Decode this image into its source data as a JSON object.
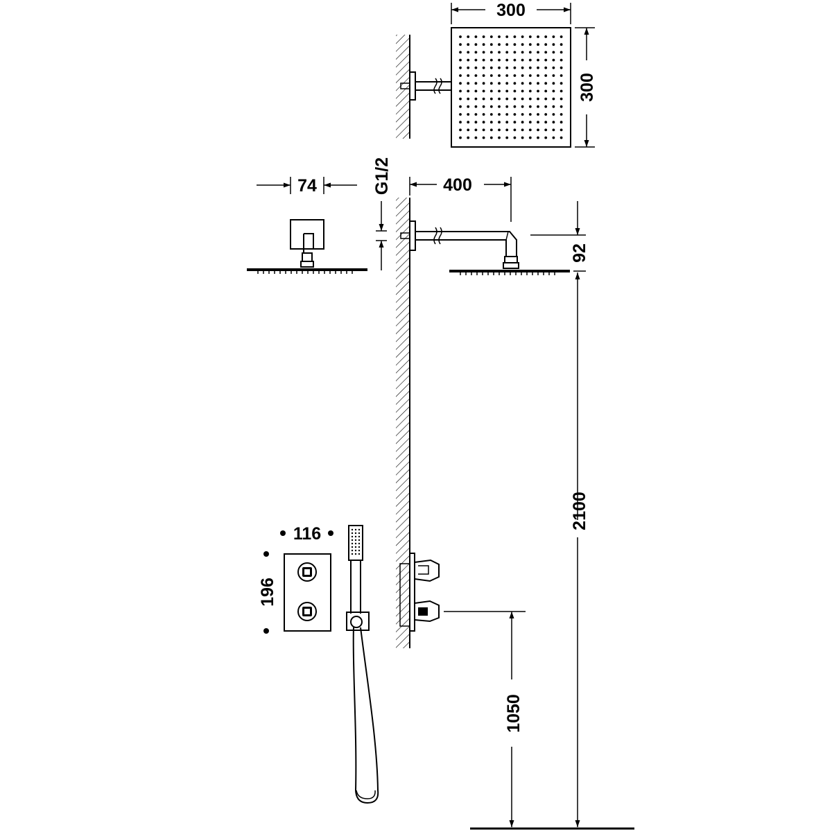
{
  "dimensions": {
    "shower_head_width": "300",
    "shower_head_depth": "300",
    "ceiling_flange_width": "74",
    "thread": "G1/2",
    "arm_length": "400",
    "head_drop": "92",
    "head_height": "2100",
    "valve_width": "116",
    "valve_height": "196",
    "valve_height_from_floor": "1050"
  }
}
